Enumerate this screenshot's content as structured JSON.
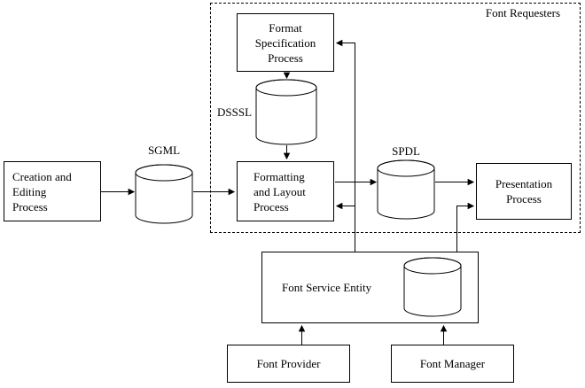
{
  "diagram": {
    "group": {
      "label": "Font Requesters"
    },
    "boxes": {
      "creation": {
        "text": "Creation and\nEditing\nProcess"
      },
      "format_spec": {
        "text": "Format\nSpecification\nProcess"
      },
      "formatting_layout": {
        "text": "Formatting\nand Layout\nProcess"
      },
      "presentation": {
        "text": "Presentation\nProcess"
      },
      "font_service": {
        "text": "Font Service Entity"
      },
      "font_provider": {
        "text": "Font Provider"
      },
      "font_manager": {
        "text": "Font Manager"
      }
    },
    "datastores": {
      "sgml": {
        "label": "SGML"
      },
      "dsssl": {
        "label": "DSSSL"
      },
      "spdl": {
        "label": "SPDL"
      }
    },
    "colors": {
      "line": "#000000",
      "background": "#ffffff"
    }
  }
}
